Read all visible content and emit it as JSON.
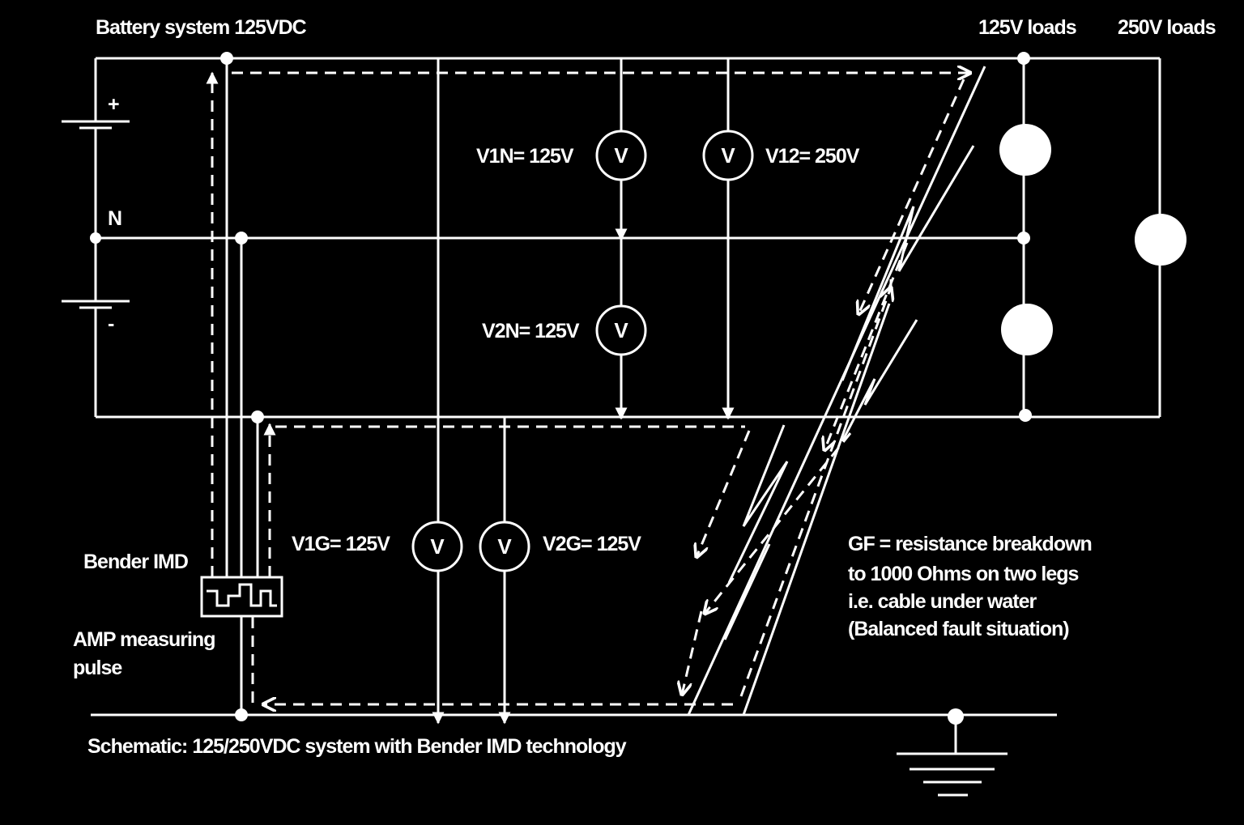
{
  "labels": {
    "battery_system": "Battery system  125VDC",
    "loads_125": "125V loads",
    "loads_250": "250V loads",
    "plus": "+",
    "neutral": "N",
    "minus": "-",
    "bender_imd": "Bender IMD",
    "amp_line1": "AMP measuring",
    "amp_line2": "pulse",
    "caption": "Schematic:  125/250VDC system with Bender IMD  technology",
    "gf_line1": "GF = resistance breakdown",
    "gf_line2": "to 1000 Ohms on two legs",
    "gf_line3": "i.e. cable under water",
    "gf_line4": "(Balanced fault situation)"
  },
  "meters": {
    "symbol": "V",
    "v1n": "V1N= 125V",
    "v12": "V12= 250V",
    "v2n": "V2N= 125V",
    "v1g": "V1G= 125V",
    "v2g": "V2G= 125V"
  },
  "colors": {
    "background": "#000000",
    "foreground": "#ffffff"
  }
}
